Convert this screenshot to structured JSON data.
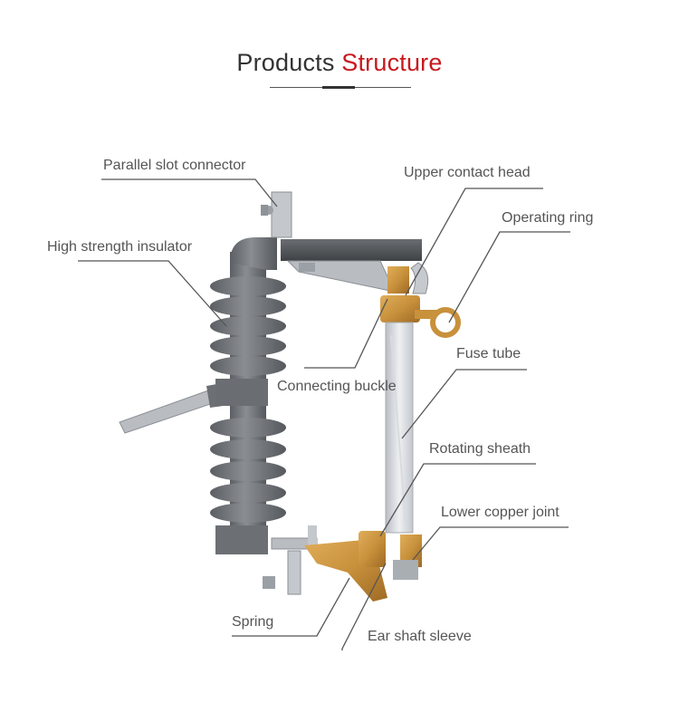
{
  "title": {
    "part1": "Products",
    "part2": "Structure"
  },
  "labels": {
    "parallel_slot_connector": "Parallel slot connector",
    "high_strength_insulator": "High strength insulator",
    "upper_contact_head": "Upper contact head",
    "operating_ring": "Operating ring",
    "connecting_buckle": "Connecting buckle",
    "fuse_tube": "Fuse tube",
    "rotating_sheath": "Rotating sheath",
    "lower_copper_joint": "Lower copper joint",
    "spring": "Spring",
    "ear_shaft_sleeve": "Ear shaft sleeve"
  },
  "colors": {
    "accent": "#c8191e",
    "insulator": "#707478",
    "metal": "#b7bcc2",
    "copper": "#c8913c",
    "leader": "#555555"
  }
}
